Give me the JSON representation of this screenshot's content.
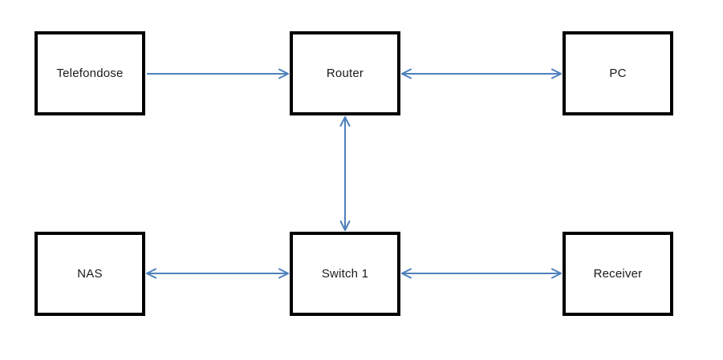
{
  "diagram_type": "network-topology",
  "colors": {
    "arrow": "#4f81bd",
    "node_border": "#000000",
    "node_fill": "#ffffff",
    "background": "#ffffff",
    "label": "#1a1a1a"
  },
  "nodes": [
    {
      "id": "telefondose",
      "label": "Telefondose"
    },
    {
      "id": "router",
      "label": "Router"
    },
    {
      "id": "pc",
      "label": "PC"
    },
    {
      "id": "nas",
      "label": "NAS"
    },
    {
      "id": "switch1",
      "label": "Switch 1"
    },
    {
      "id": "receiver",
      "label": "Receiver"
    }
  ],
  "connections": [
    {
      "from": "Telefondose",
      "to": "Router",
      "arrows": "forward"
    },
    {
      "from": "Router",
      "to": "PC",
      "arrows": "both"
    },
    {
      "from": "Router",
      "to": "Switch 1",
      "arrows": "both"
    },
    {
      "from": "NAS",
      "to": "Switch 1",
      "arrows": "both"
    },
    {
      "from": "Switch 1",
      "to": "Receiver",
      "arrows": "both"
    }
  ]
}
